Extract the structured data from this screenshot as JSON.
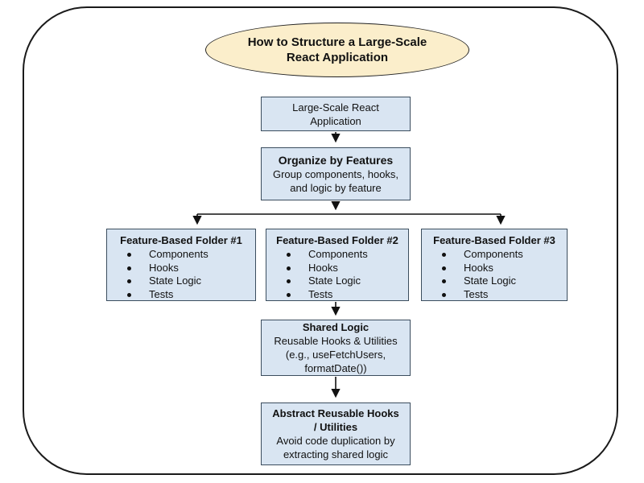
{
  "diagram": {
    "title_lines": [
      "How to Structure a Large-Scale",
      "React Application"
    ],
    "root": {
      "lines": [
        "Large-Scale React",
        "Application"
      ]
    },
    "organize": {
      "title": "Organize by Features",
      "body_lines": [
        "Group components, hooks,",
        "and logic by feature"
      ]
    },
    "folders": [
      {
        "title": "Feature-Based Folder #1",
        "items": [
          "Components",
          "Hooks",
          "State Logic",
          "Tests"
        ]
      },
      {
        "title": "Feature-Based Folder #2",
        "items": [
          "Components",
          "Hooks",
          "State Logic",
          "Tests"
        ]
      },
      {
        "title": "Feature-Based Folder #3",
        "items": [
          "Components",
          "Hooks",
          "State Logic",
          "Tests"
        ]
      }
    ],
    "shared": {
      "title": "Shared Logic",
      "body_lines": [
        "Reusable Hooks & Utilities",
        "(e.g., useFetchUsers,",
        "formatDate())"
      ]
    },
    "abstract": {
      "title_lines": [
        "Abstract Reusable Hooks",
        "/ Utilities"
      ],
      "body_lines": [
        "Avoid code duplication by",
        "extracting shared logic"
      ]
    },
    "colors": {
      "node_fill": "#d9e5f2",
      "node_border": "#3b4d5e",
      "ellipse_fill": "#fbeecb",
      "ellipse_border": "#222222",
      "frame_border": "#1a1a1a",
      "line_color": "#111111",
      "text_color": "#111111"
    }
  }
}
